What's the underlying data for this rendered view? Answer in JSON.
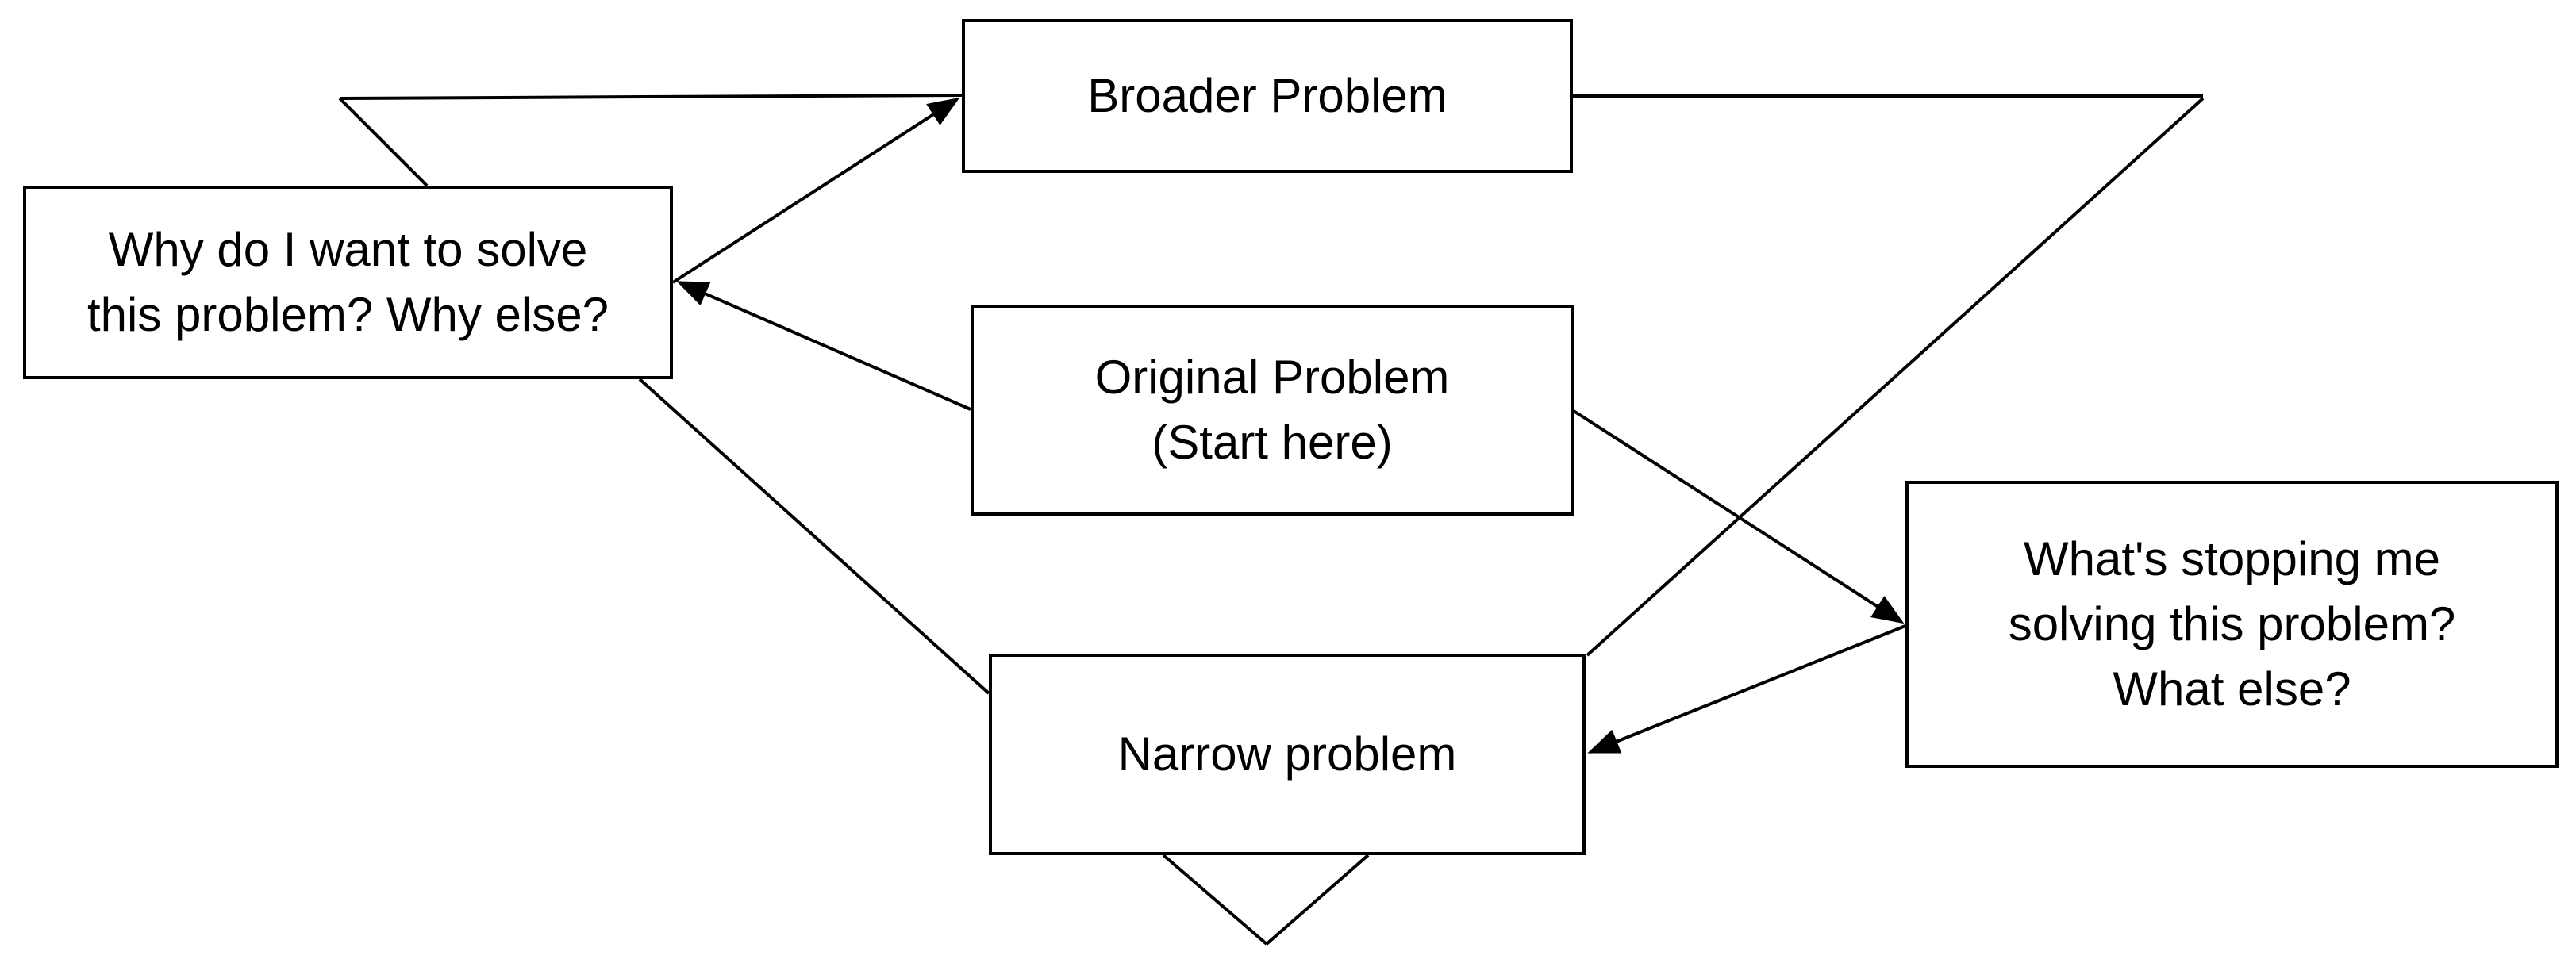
{
  "diagram": {
    "nodes": {
      "broader": {
        "lines": [
          "Broader Problem"
        ]
      },
      "why": {
        "lines": [
          "Why do I want to solve",
          "this problem? Why else?"
        ]
      },
      "original": {
        "lines": [
          "Original Problem",
          "(Start here)"
        ]
      },
      "stopping": {
        "lines": [
          "What's stopping me",
          "solving this problem?",
          "What else?"
        ]
      },
      "narrow": {
        "lines": [
          "Narrow problem"
        ]
      }
    },
    "edges": [
      {
        "from": "original",
        "to": "why",
        "style": "arrow"
      },
      {
        "from": "why",
        "to": "broader",
        "style": "arrow"
      },
      {
        "from": "original",
        "to": "stopping",
        "style": "arrow"
      },
      {
        "from": "stopping",
        "to": "narrow",
        "style": "arrow"
      }
    ],
    "colors": {
      "stroke": "#000000",
      "fill": "#ffffff",
      "text": "#000000"
    }
  }
}
